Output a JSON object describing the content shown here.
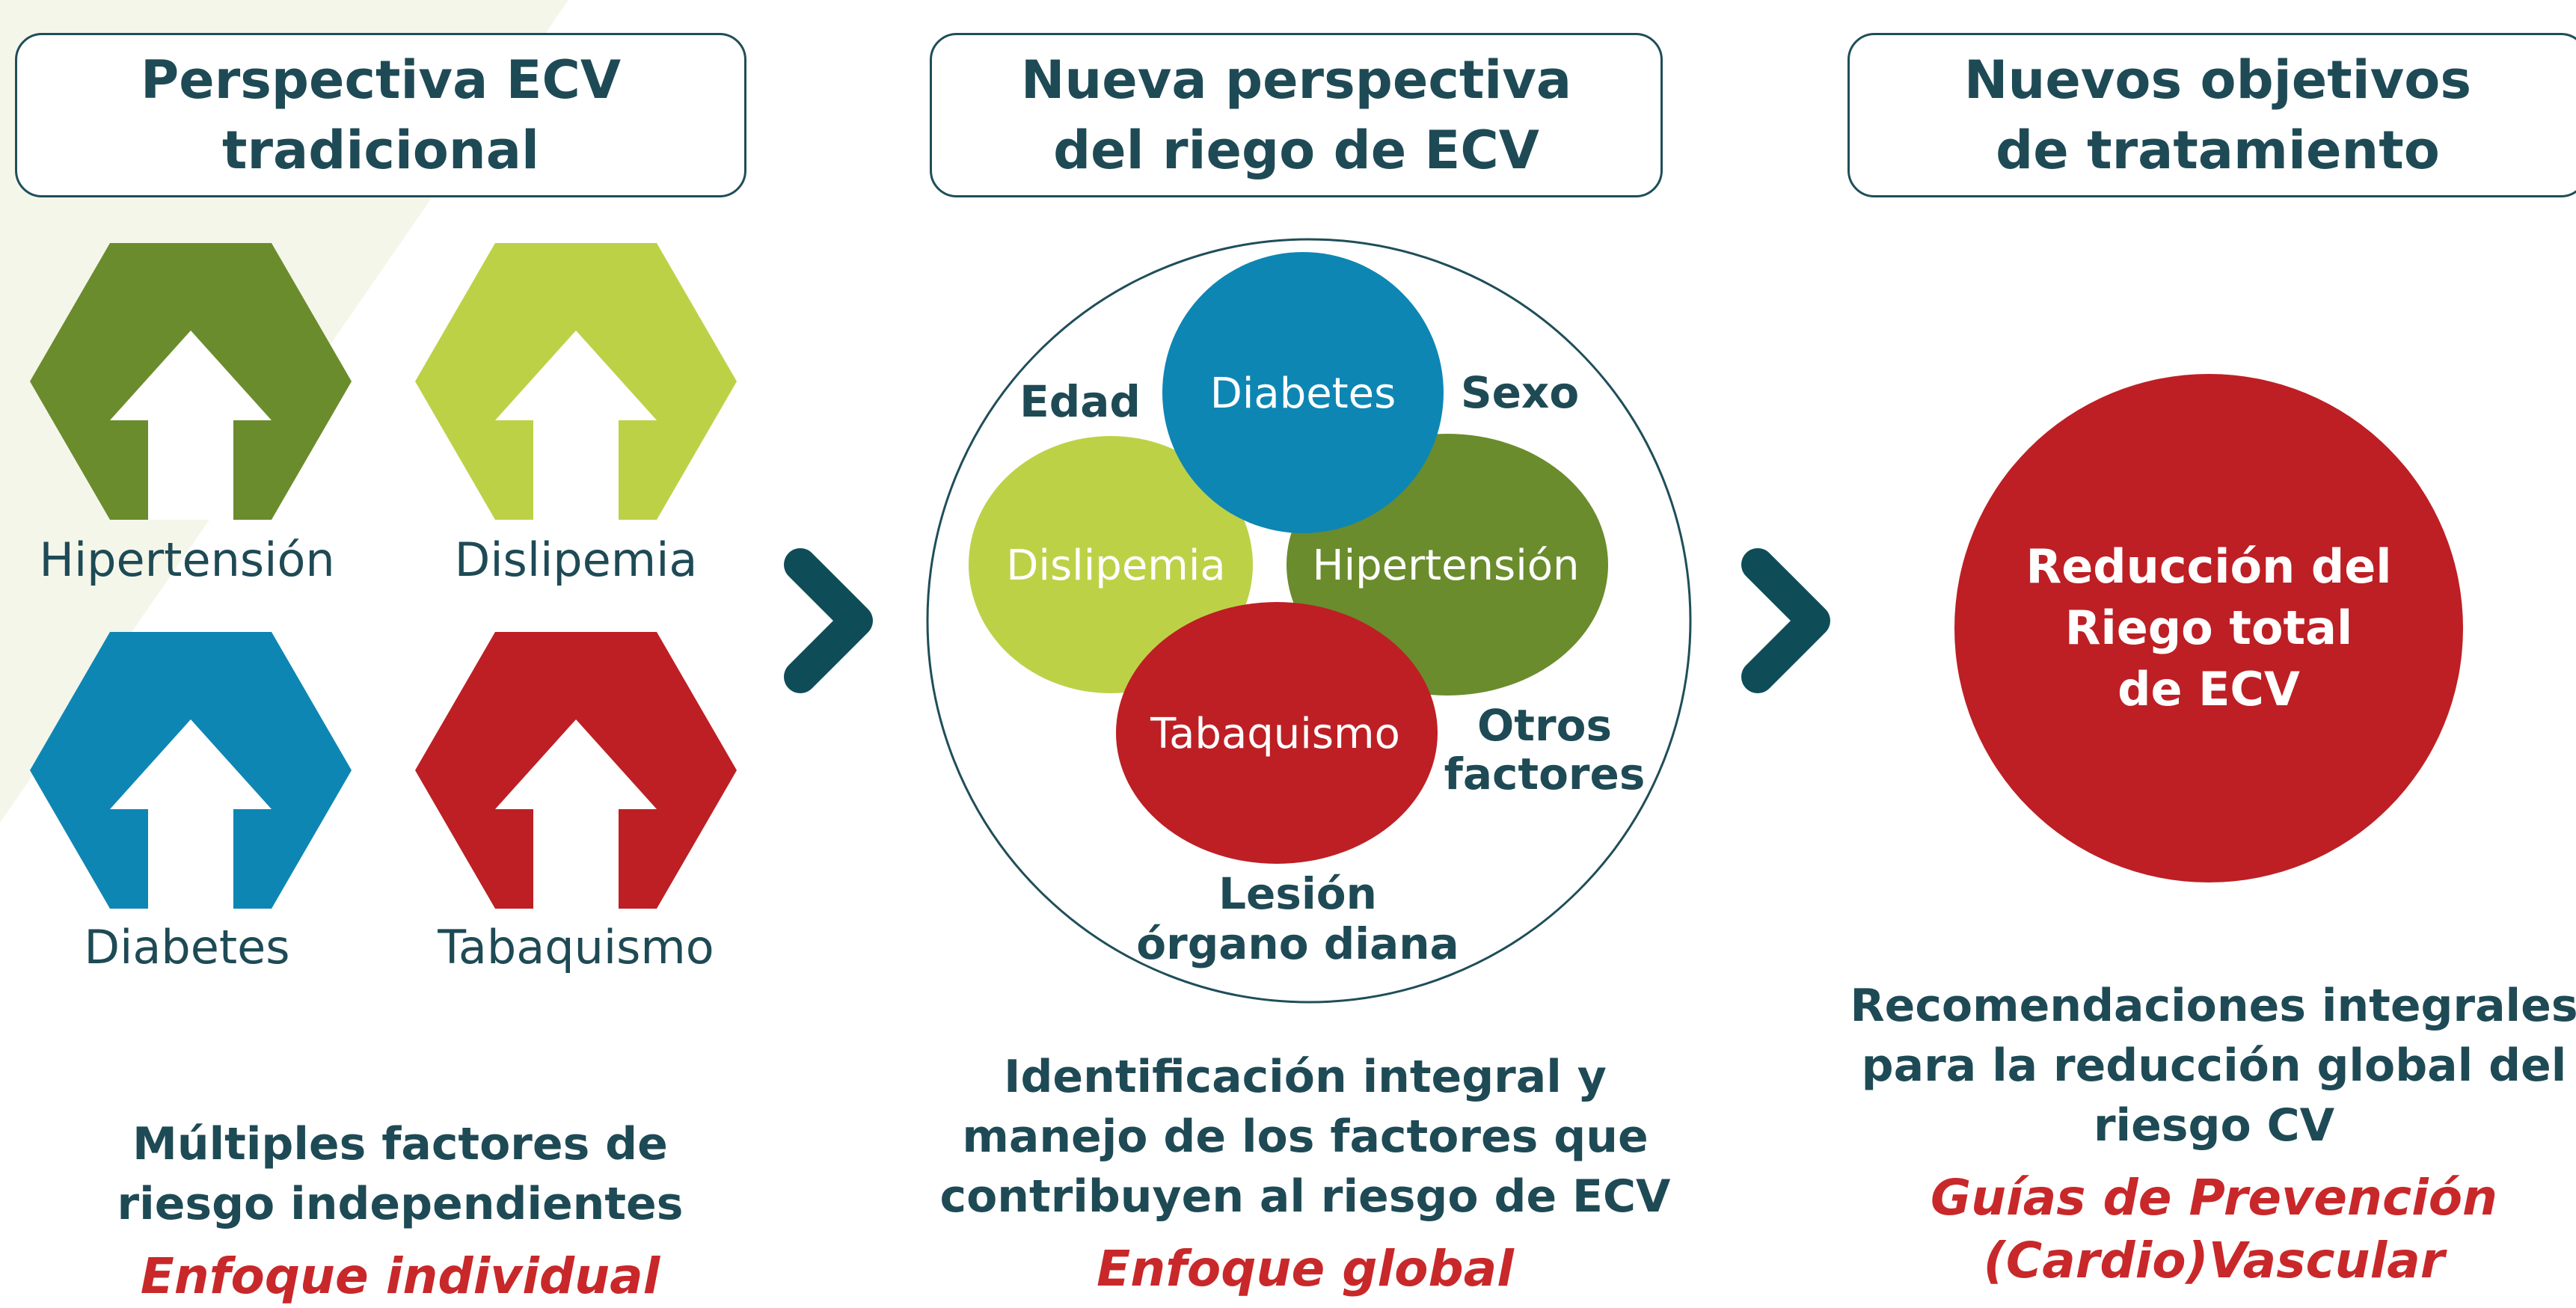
{
  "colors": {
    "dark_teal": "#1e4a55",
    "olive_green": "#6a8c2d",
    "lime_green": "#bdd147",
    "blue": "#0e86b4",
    "red": "#bd1f24",
    "emphasis_red": "#c8282a",
    "chevron": "#0e4d58"
  },
  "columns": [
    {
      "header": [
        "Perspectiva ECV",
        "tradicional"
      ],
      "description": [
        "Múltiples factores de",
        "riesgo independientes"
      ],
      "emphasis": [
        "Enfoque individual"
      ]
    },
    {
      "header": [
        "Nueva perspectiva",
        "del riego de ECV"
      ],
      "description": [
        "Identificación integral y",
        "manejo de los factores que",
        "contribuyen al riesgo de ECV"
      ],
      "emphasis": [
        "Enfoque global"
      ]
    },
    {
      "header": [
        "Nuevos objetivos",
        "de tratamiento"
      ],
      "description": [
        "Recomendaciones integrales",
        "para la reducción global del",
        "riesgo CV"
      ],
      "emphasis": [
        "Guías de Prevención",
        "(Cardio)Vascular"
      ]
    }
  ],
  "hexagons": [
    {
      "label": "Hipertensión",
      "color": "#6a8c2d",
      "icon": "up-arrow-icon"
    },
    {
      "label": "Dislipemia",
      "color": "#bdd147",
      "icon": "up-arrow-icon"
    },
    {
      "label": "Diabetes",
      "color": "#0e86b4",
      "icon": "up-arrow-icon"
    },
    {
      "label": "Tabaquismo",
      "color": "#bd1f24",
      "icon": "up-arrow-icon"
    }
  ],
  "venn": {
    "circles": [
      {
        "label": "Diabetes",
        "color": "#0e86b4"
      },
      {
        "label": "Dislipemia",
        "color": "#bdd147"
      },
      {
        "label": "Hipertensión",
        "color": "#6a8c2d"
      },
      {
        "label": "Tabaquismo",
        "color": "#bd1f24"
      }
    ],
    "outer_labels": {
      "edad": "Edad",
      "sexo": "Sexo",
      "otros": [
        "Otros",
        "factores"
      ],
      "lesion": [
        "Lesión",
        "órgano diana"
      ]
    }
  },
  "result": [
    "Reducción del",
    "Riego total",
    "de ECV"
  ],
  "chevrons": [
    "chevron-right-icon",
    "chevron-right-icon"
  ]
}
